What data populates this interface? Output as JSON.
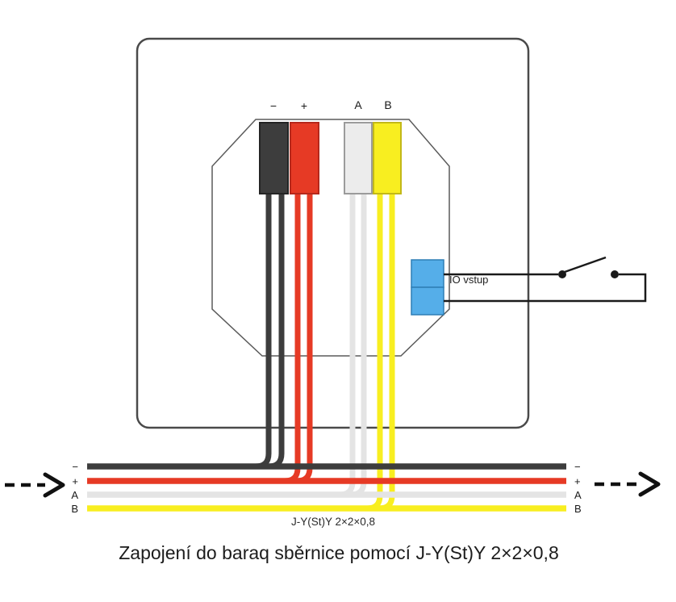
{
  "colors": {
    "minus": "#3d3d3d",
    "plus": "#e63a25",
    "a": "#e4e4e4",
    "b": "#f8ee20",
    "io_connector": "#55aee9",
    "circuit": "#1a1a1a"
  },
  "terminals": {
    "minus": "−",
    "plus": "+",
    "a": "A",
    "b": "B"
  },
  "bus": {
    "left": {
      "minus": "−",
      "plus": "+",
      "a": "A",
      "b": "B"
    },
    "right": {
      "minus": "−",
      "plus": "+",
      "a": "A",
      "b": "B"
    },
    "cable_label": "J-Y(St)Y 2×2×0,8"
  },
  "io": {
    "label": "IO vstup"
  },
  "caption": "Zapojení do baraq sběrnice pomocí J-Y(St)Y 2×2×0,8"
}
